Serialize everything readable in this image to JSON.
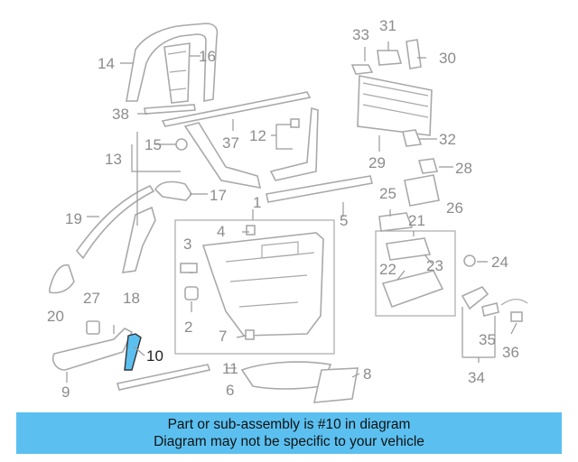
{
  "diagram": {
    "labels": {
      "p1": "1",
      "p2": "2",
      "p3": "3",
      "p4": "4",
      "p5": "5",
      "p6": "6",
      "p7": "7",
      "p8": "8",
      "p9": "9",
      "p10": "10",
      "p11": "11",
      "p12": "12",
      "p13": "13",
      "p14": "14",
      "p15": "15",
      "p16": "16",
      "p17": "17",
      "p18": "18",
      "p19": "19",
      "p20": "20",
      "p21": "21",
      "p22": "22",
      "p23": "23",
      "p24": "24",
      "p25": "25",
      "p26": "26",
      "p27": "27",
      "p28": "28",
      "p29": "29",
      "p30": "30",
      "p31": "31",
      "p32": "32",
      "p33": "33",
      "p34": "34",
      "p35": "35",
      "p36": "36",
      "p37": "37",
      "p38": "38"
    },
    "highlighted_part": "10",
    "highlight_color": "#5bc0f0"
  },
  "banner": {
    "line1": "Part or sub-assembly is #10 in diagram",
    "line2": "Diagram may not be specific to your vehicle",
    "background": "#5bc0f0"
  }
}
